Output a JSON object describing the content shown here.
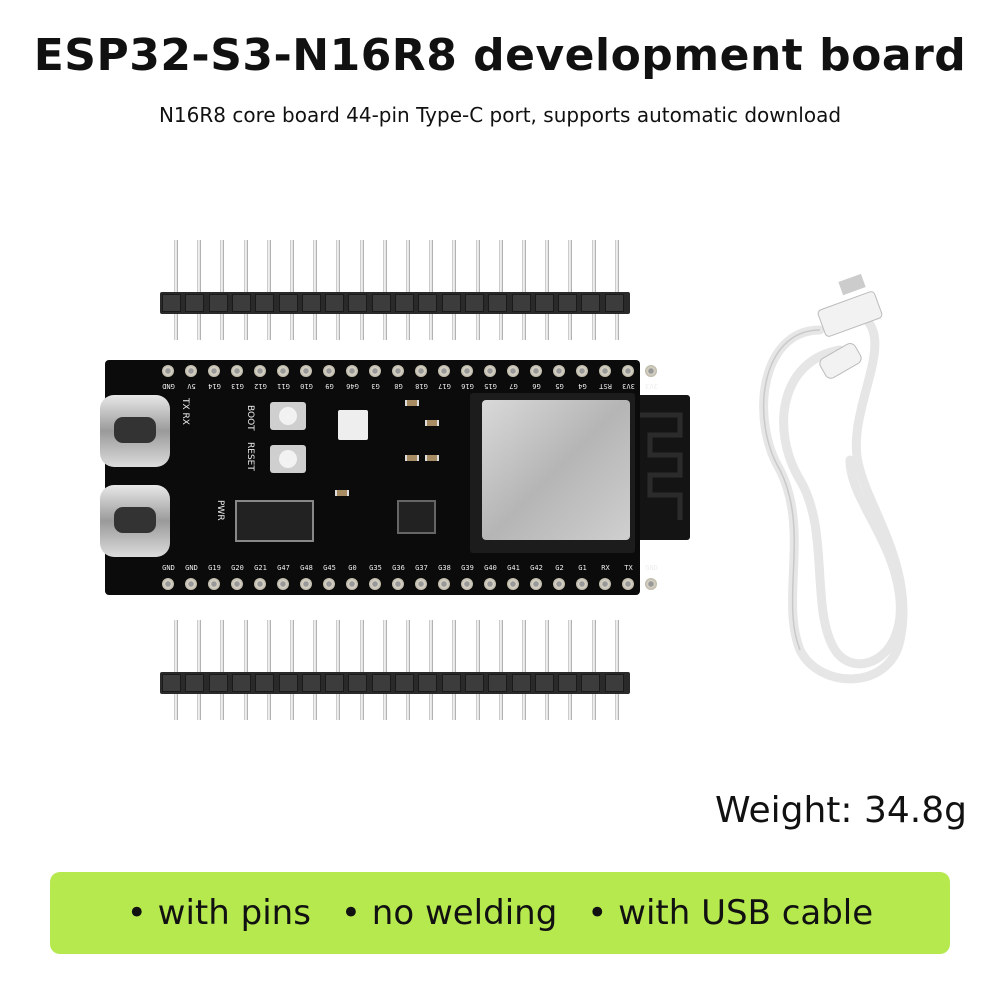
{
  "title": "ESP32-S3-N16R8  development board",
  "subtitle": "N16R8 core board 44-pin Type-C port, supports automatic download",
  "board": {
    "top_pins": [
      "GND",
      "5V",
      "G14",
      "G13",
      "G12",
      "G11",
      "G10",
      "G9",
      "G46",
      "G3",
      "G8",
      "G18",
      "G17",
      "G16",
      "G15",
      "G7",
      "G6",
      "G5",
      "G4",
      "RST",
      "3V3",
      "3V3"
    ],
    "bottom_pins": [
      "GND",
      "GND",
      "G19",
      "G20",
      "G21",
      "G47",
      "G48",
      "G45",
      "G0",
      "G35",
      "G36",
      "G37",
      "G38",
      "G39",
      "G40",
      "G41",
      "G42",
      "G2",
      "G1",
      "RX",
      "TX",
      "GND"
    ],
    "silkscreen": {
      "boot": "BOOT",
      "reset": "RESET",
      "txrx": "TX RX",
      "pwr": "PWR"
    }
  },
  "weight": "Weight: 34.8g",
  "features": [
    "with pins",
    "no welding",
    "with USB cable"
  ],
  "colors": {
    "banner": "#b6e94e",
    "board": "#0b0b0b"
  }
}
